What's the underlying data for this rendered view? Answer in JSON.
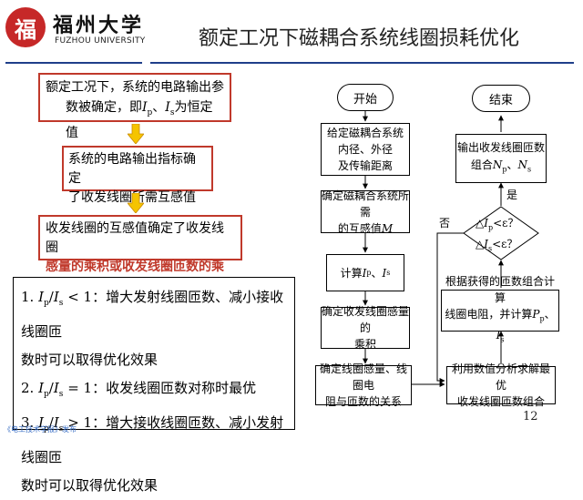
{
  "header": {
    "logo_glyph": "福",
    "logo_name_cn": "福州大学",
    "logo_name_en": "FUZHOU UNIVERSITY",
    "title": "额定工况下磁耦合系统线圈损耗优化"
  },
  "left_flow": {
    "box1_line1": "额定工况下，系统的电路输出参",
    "box1_line2_pre": "数被确定，即",
    "box1_line2_post": "为恒定值",
    "box2_line1": "系统的电路输出指标确定",
    "box2_line2": "了收发线圈所需互感值",
    "box3_line1": "收发线圈的互感值确定了收发线圈",
    "box3_line2": "感量的乘积或收发线圈匝数的乘积"
  },
  "conditions": {
    "c1_num": "1.",
    "c1_text": "增大发射线圈匝数、减小接收线圈匝",
    "c1_cont": "数时可以取得优化效果",
    "c2_num": "2.",
    "c2_text": "收发线圈匝数对称时最优",
    "c3_num": "3.",
    "c3_text": "增大接收线圈匝数、减小发射线圈匝",
    "c3_cont": "数时可以取得优化效果"
  },
  "right_flow": {
    "start": "开始",
    "end": "结束",
    "step1_l1": "给定磁耦合系统",
    "step1_l2": "内径、外径",
    "step1_l3": "及传输距离",
    "step2_l1": "确定磁耦合系统所需",
    "step2_l2": "的互感值",
    "step3": "计算",
    "step4_l1": "确定收发线圈感量的",
    "step4_l2": "乘积",
    "step5_l1": "确定线圈感量、线圈电",
    "step5_l2": "阻与匝数的关系",
    "step6_l1": "利用数值分析求解最优",
    "step6_l2": "收发线圈匝数组合",
    "step7_l1": "根据获得的匝数组合计算",
    "step7_l2": "线圈电阻，并计算",
    "decision_l1": "<ε？",
    "decision_l2": "<ε？",
    "yes": "是",
    "no": "否",
    "output_l1": "输出收发线圈匝数",
    "output_l2": "组合"
  },
  "footer": {
    "source": "《电工技术学报》发布",
    "page": "12"
  },
  "colors": {
    "accent_red": "#c0392b",
    "arrow_yellow": "#f5c400",
    "title_line": "#1f3f8a"
  }
}
